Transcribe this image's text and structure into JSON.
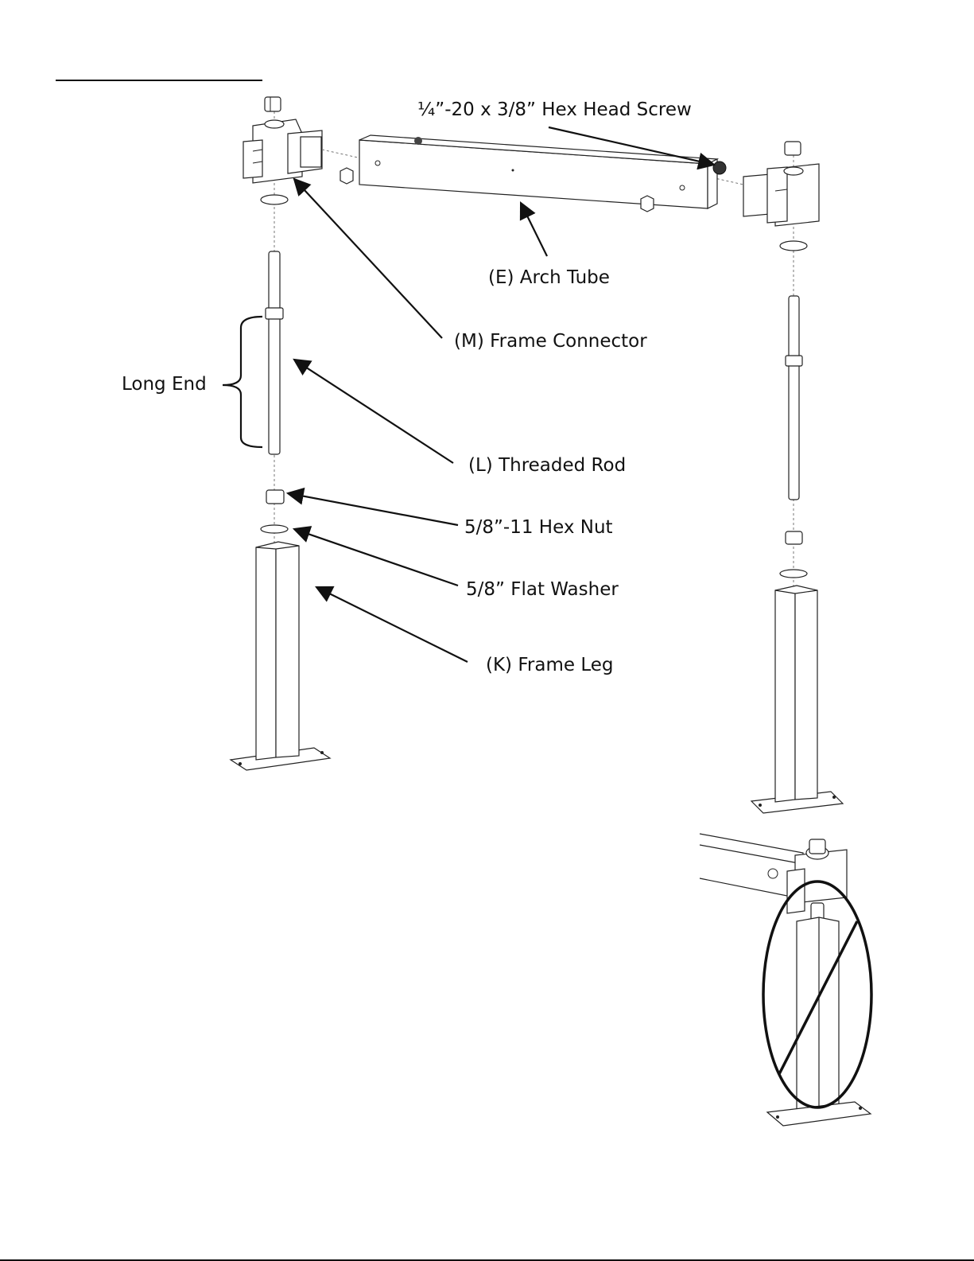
{
  "labels": {
    "screw": "¼”-20 x 3/8” Hex Head Screw",
    "arch_tube": "(E) Arch Tube",
    "frame_connector": "(M) Frame Connector",
    "long_end": "Long End",
    "threaded_rod": "(L) Threaded Rod",
    "hex_nut": "5/8”-11 Hex Nut",
    "flat_washer": "5/8” Flat Washer",
    "frame_leg": "(K) Frame Leg"
  },
  "colors": {
    "line": "#111111",
    "part_fill": "#ffffff",
    "dash": "#777777"
  }
}
